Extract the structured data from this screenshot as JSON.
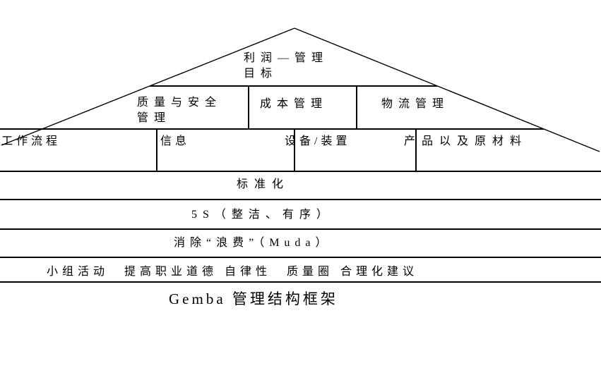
{
  "colors": {
    "background": "#ffffff",
    "line": "#000000",
    "text": "#000000"
  },
  "pyramid": {
    "apex_label": "利润—管理\n目标",
    "level2": {
      "quality": "质量与安全\n管理",
      "cost": "成本管理",
      "logistics": "物流管理"
    },
    "level3": {
      "workflow": "工作流程",
      "information": "信息",
      "equipment": "设备/装置",
      "products": "产品以及原材料"
    },
    "bands": {
      "standardization": "标准化",
      "five_s": "5S（整洁、有序）",
      "muda": "消除“浪费”（Muda）",
      "activities": "小组活动　提高职业道德 自律性　质量圈 合理化建议"
    }
  },
  "caption": "Gemba 管理结构框架"
}
